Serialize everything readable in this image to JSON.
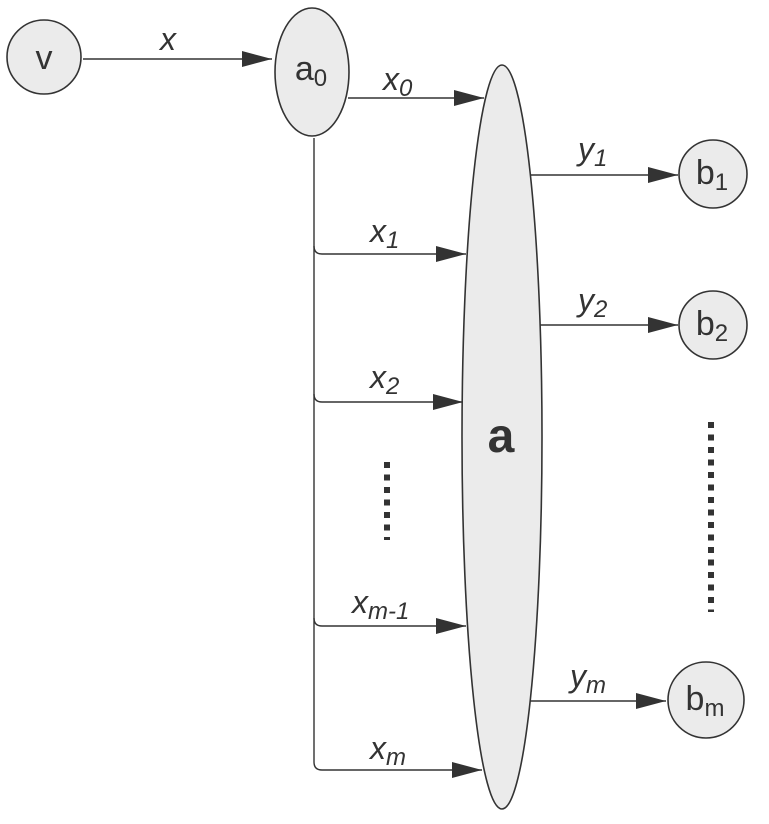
{
  "nodes": {
    "v": {
      "base": "v"
    },
    "a0": {
      "base": "a",
      "sub": "0"
    },
    "a": {
      "base": "a"
    },
    "b1": {
      "base": "b",
      "sub": "1"
    },
    "b2": {
      "base": "b",
      "sub": "2"
    },
    "bm": {
      "base": "b",
      "sub": "m"
    }
  },
  "edges": {
    "x": {
      "base": "x"
    },
    "x0": {
      "base": "x",
      "sub": "0"
    },
    "x1": {
      "base": "x",
      "sub": "1"
    },
    "x2": {
      "base": "x",
      "sub": "2"
    },
    "xm1": {
      "base": "x",
      "sub": "m-1"
    },
    "xm": {
      "base": "x",
      "sub": "m"
    },
    "y1": {
      "base": "y",
      "sub": "1"
    },
    "y2": {
      "base": "y",
      "sub": "2"
    },
    "ym": {
      "base": "y",
      "sub": "m"
    }
  },
  "colors": {
    "node_fill": "#ebebeb",
    "stroke": "#333333"
  }
}
